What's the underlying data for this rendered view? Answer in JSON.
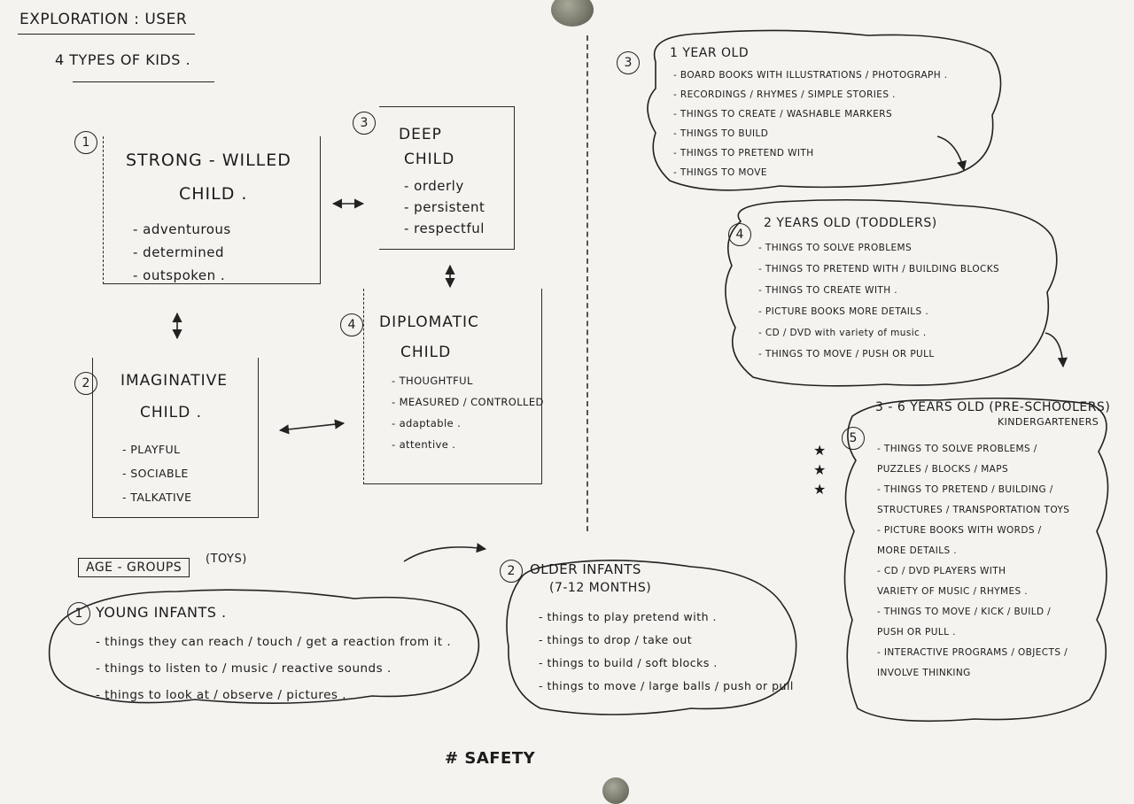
{
  "header": {
    "title": "EXPLORATION : USER",
    "subtitle": "4 TYPES OF KIDS ."
  },
  "kid_types": [
    {
      "num": "1",
      "title_line1": "STRONG - WILLED",
      "title_line2": "CHILD .",
      "traits": [
        "- adventurous",
        "- determined",
        "- outspoken ."
      ]
    },
    {
      "num": "3",
      "title_line1": "DEEP",
      "title_line2": "CHILD",
      "traits": [
        "- orderly",
        "- persistent",
        "- respectful"
      ]
    },
    {
      "num": "2",
      "title_line1": "IMAGINATIVE",
      "title_line2": "CHILD .",
      "traits": [
        "- PLAYFUL",
        "- SOCIABLE",
        "- TALKATIVE"
      ]
    },
    {
      "num": "4",
      "title_line1": "DIPLOMATIC",
      "title_line2": "CHILD",
      "traits": [
        "- THOUGHTFUL",
        "- MEASURED / CONTROLLED",
        "- adaptable .",
        "- attentive ."
      ]
    }
  ],
  "age_groups": {
    "label": "AGE - GROUPS",
    "toys": "(TOYS)",
    "young": {
      "num": "1",
      "title": "YOUNG INFANTS .",
      "items": [
        "- things they can reach / touch / get a reaction from it .",
        "- things to listen to / music / reactive sounds .",
        "- things to look at / observe / pictures ."
      ]
    },
    "older": {
      "num": "2",
      "title": "OLDER INFANTS",
      "subtitle": "(7-12 MONTHS)",
      "items": [
        "- things to play pretend with .",
        "- things to drop / take out",
        "- things to build / soft blocks .",
        "- things to move / large balls / push or pull"
      ]
    }
  },
  "right_groups": [
    {
      "num": "3",
      "title": "1 YEAR OLD",
      "items": [
        "- BOARD BOOKS WITH ILLUSTRATIONS / PHOTOGRAPH .",
        "- RECORDINGS / RHYMES / SIMPLE STORIES .",
        "- THINGS TO CREATE / WASHABLE MARKERS",
        "- THINGS TO BUILD",
        "- THINGS TO PRETEND WITH",
        "- THINGS TO MOVE"
      ]
    },
    {
      "num": "4",
      "title": "2 YEARS OLD (TODDLERS)",
      "items": [
        "- THINGS TO SOLVE PROBLEMS",
        "- THINGS TO PRETEND WITH / BUILDING BLOCKS",
        "- THINGS TO CREATE WITH .",
        "- PICTURE BOOKS MORE DETAILS .",
        "- CD / DVD with variety of music .",
        "- THINGS TO MOVE / PUSH OR PULL"
      ]
    },
    {
      "num": "5",
      "title": "3 - 6 YEARS OLD (PRE-SCHOOLERS)",
      "title2": "KINDERGARTENERS",
      "items": [
        "- THINGS TO SOLVE PROBLEMS /",
        "PUZZLES / BLOCKS / MAPS",
        "- THINGS TO PRETEND / BUILDING /",
        "STRUCTURES / TRANSPORTATION TOYS",
        "- PICTURE BOOKS WITH WORDS /",
        "MORE DETAILS .",
        "- CD / DVD PLAYERS WITH",
        "VARIETY OF MUSIC / RHYMES .",
        "- THINGS TO MOVE / KICK / BUILD /",
        "PUSH OR PULL .",
        "- INTERACTIVE PROGRAMS / OBJECTS /",
        "INVOLVE THINKING"
      ]
    }
  ],
  "footer": {
    "hashtag": "# SAFETY"
  }
}
